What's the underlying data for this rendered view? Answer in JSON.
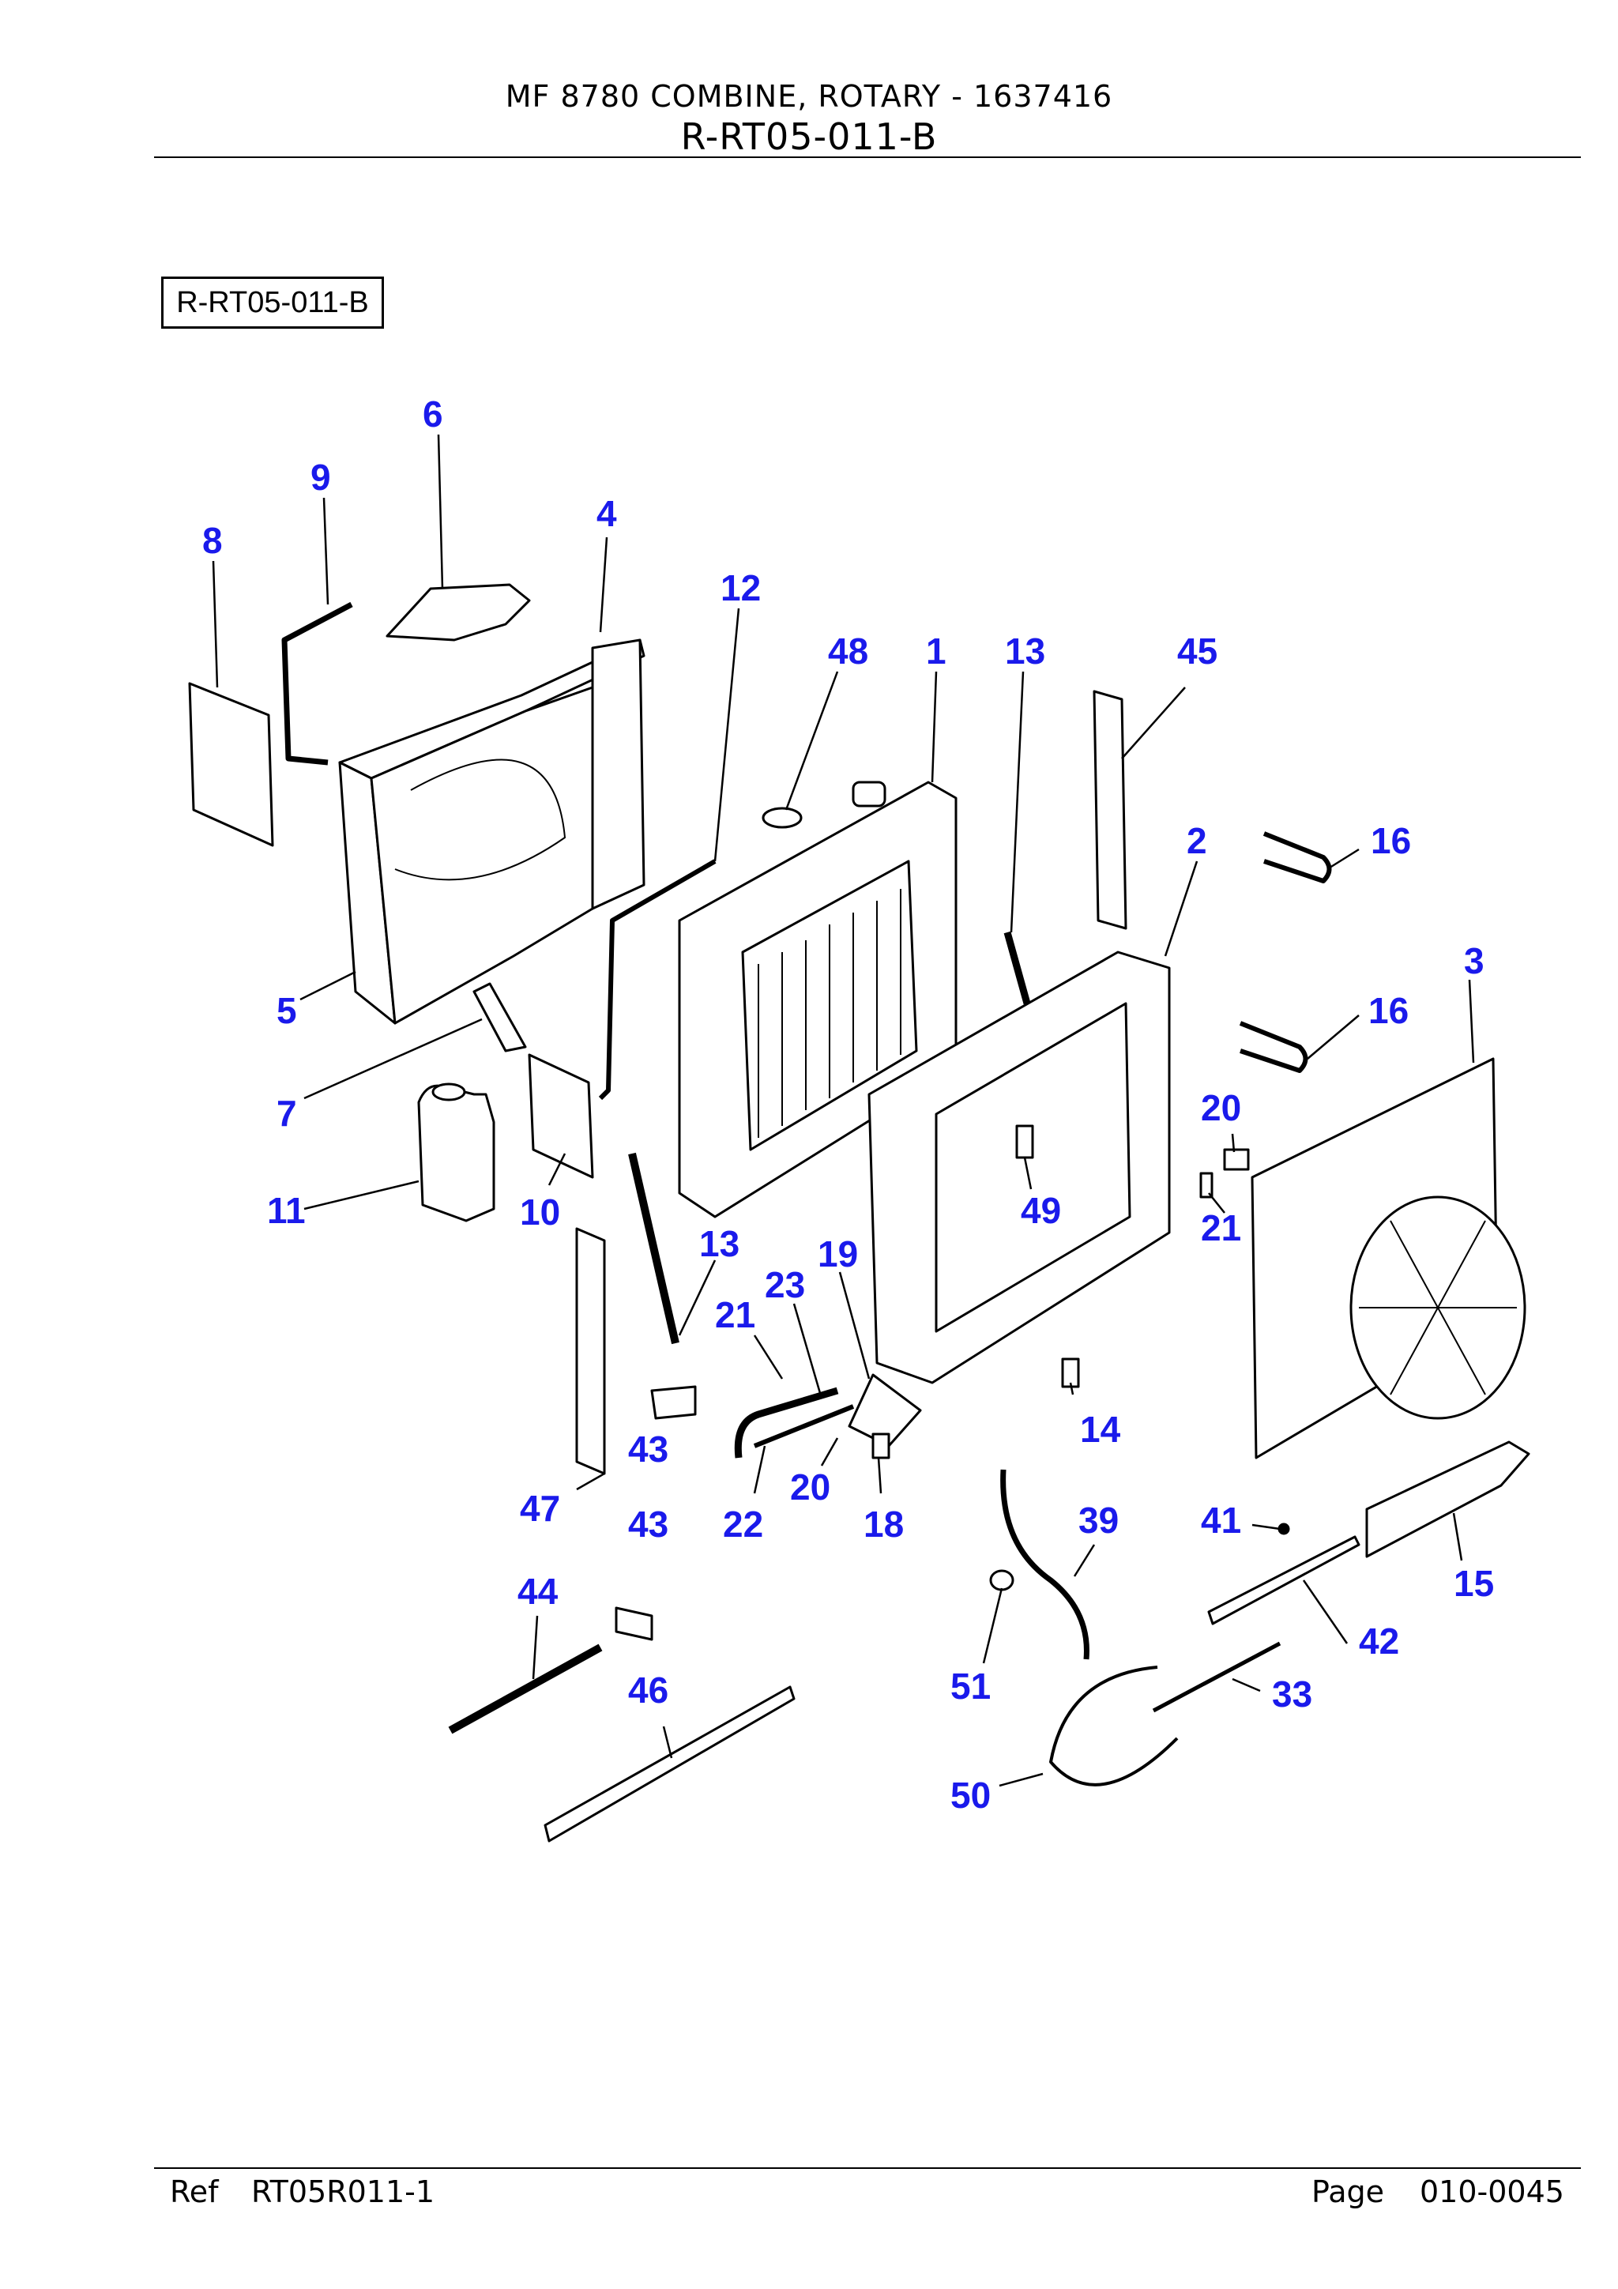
{
  "header": {
    "title": "MF 8780 COMBINE, ROTARY - 1637416",
    "code": "R-RT05-011-B"
  },
  "diagram_label": "R-RT05-011-B",
  "callouts": [
    "6",
    "9",
    "4",
    "8",
    "12",
    "48",
    "1",
    "13",
    "45",
    "2",
    "16",
    "3",
    "16",
    "5",
    "7",
    "20",
    "11",
    "10",
    "13",
    "49",
    "21",
    "19",
    "23",
    "21",
    "43",
    "14",
    "20",
    "47",
    "43",
    "22",
    "18",
    "39",
    "41",
    "15",
    "44",
    "42",
    "46",
    "51",
    "33",
    "50"
  ],
  "footer": {
    "ref_label": "Ref",
    "ref_value": "RT05R011-1",
    "page_label": "Page",
    "page_value": "010-0045"
  },
  "colors": {
    "callout": "#1a1aeb",
    "line": "#000000"
  }
}
